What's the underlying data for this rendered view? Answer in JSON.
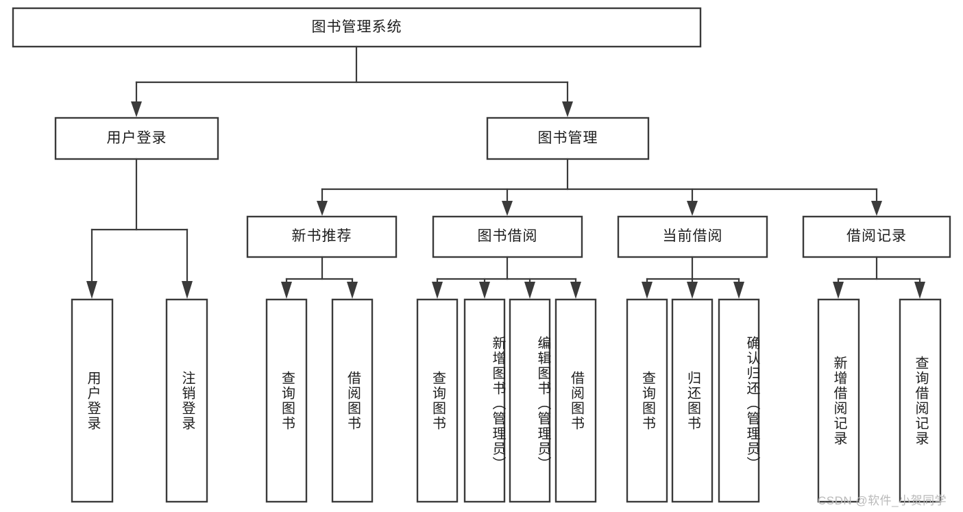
{
  "diagram": {
    "type": "tree-hierarchy-chart",
    "title": "图书管理系统",
    "levels": {
      "root": {
        "label": "图书管理系统"
      },
      "level2": [
        {
          "label": "用户登录"
        },
        {
          "label": "图书管理"
        }
      ],
      "level3": [
        {
          "label": "新书推荐"
        },
        {
          "label": "图书借阅"
        },
        {
          "label": "当前借阅"
        },
        {
          "label": "借阅记录"
        }
      ],
      "leaves": {
        "user_login": [
          {
            "label": "用户登录"
          },
          {
            "label": "注销登录"
          }
        ],
        "new_book_recommend": [
          {
            "label": "查询图书"
          },
          {
            "label": "借阅图书"
          }
        ],
        "book_borrow": [
          {
            "label": "查询图书"
          },
          {
            "label": "新增图书（管理员）"
          },
          {
            "label": "编辑图书（管理员）"
          },
          {
            "label": "借阅图书"
          }
        ],
        "current_borrow": [
          {
            "label": "查询图书"
          },
          {
            "label": "归还图书"
          },
          {
            "label": "确认归还（管理员）"
          }
        ],
        "borrow_records": [
          {
            "label": "新增借阅记录"
          },
          {
            "label": "查询借阅记录"
          }
        ]
      }
    },
    "colors": {
      "box_stroke": "#3a3a3a",
      "box_fill": "#ffffff",
      "text": "#1d1d1d",
      "background": "#ffffff",
      "watermark": "#b9b9b9"
    }
  },
  "watermark": {
    "text": "CSDN @软件_小贺同学"
  }
}
